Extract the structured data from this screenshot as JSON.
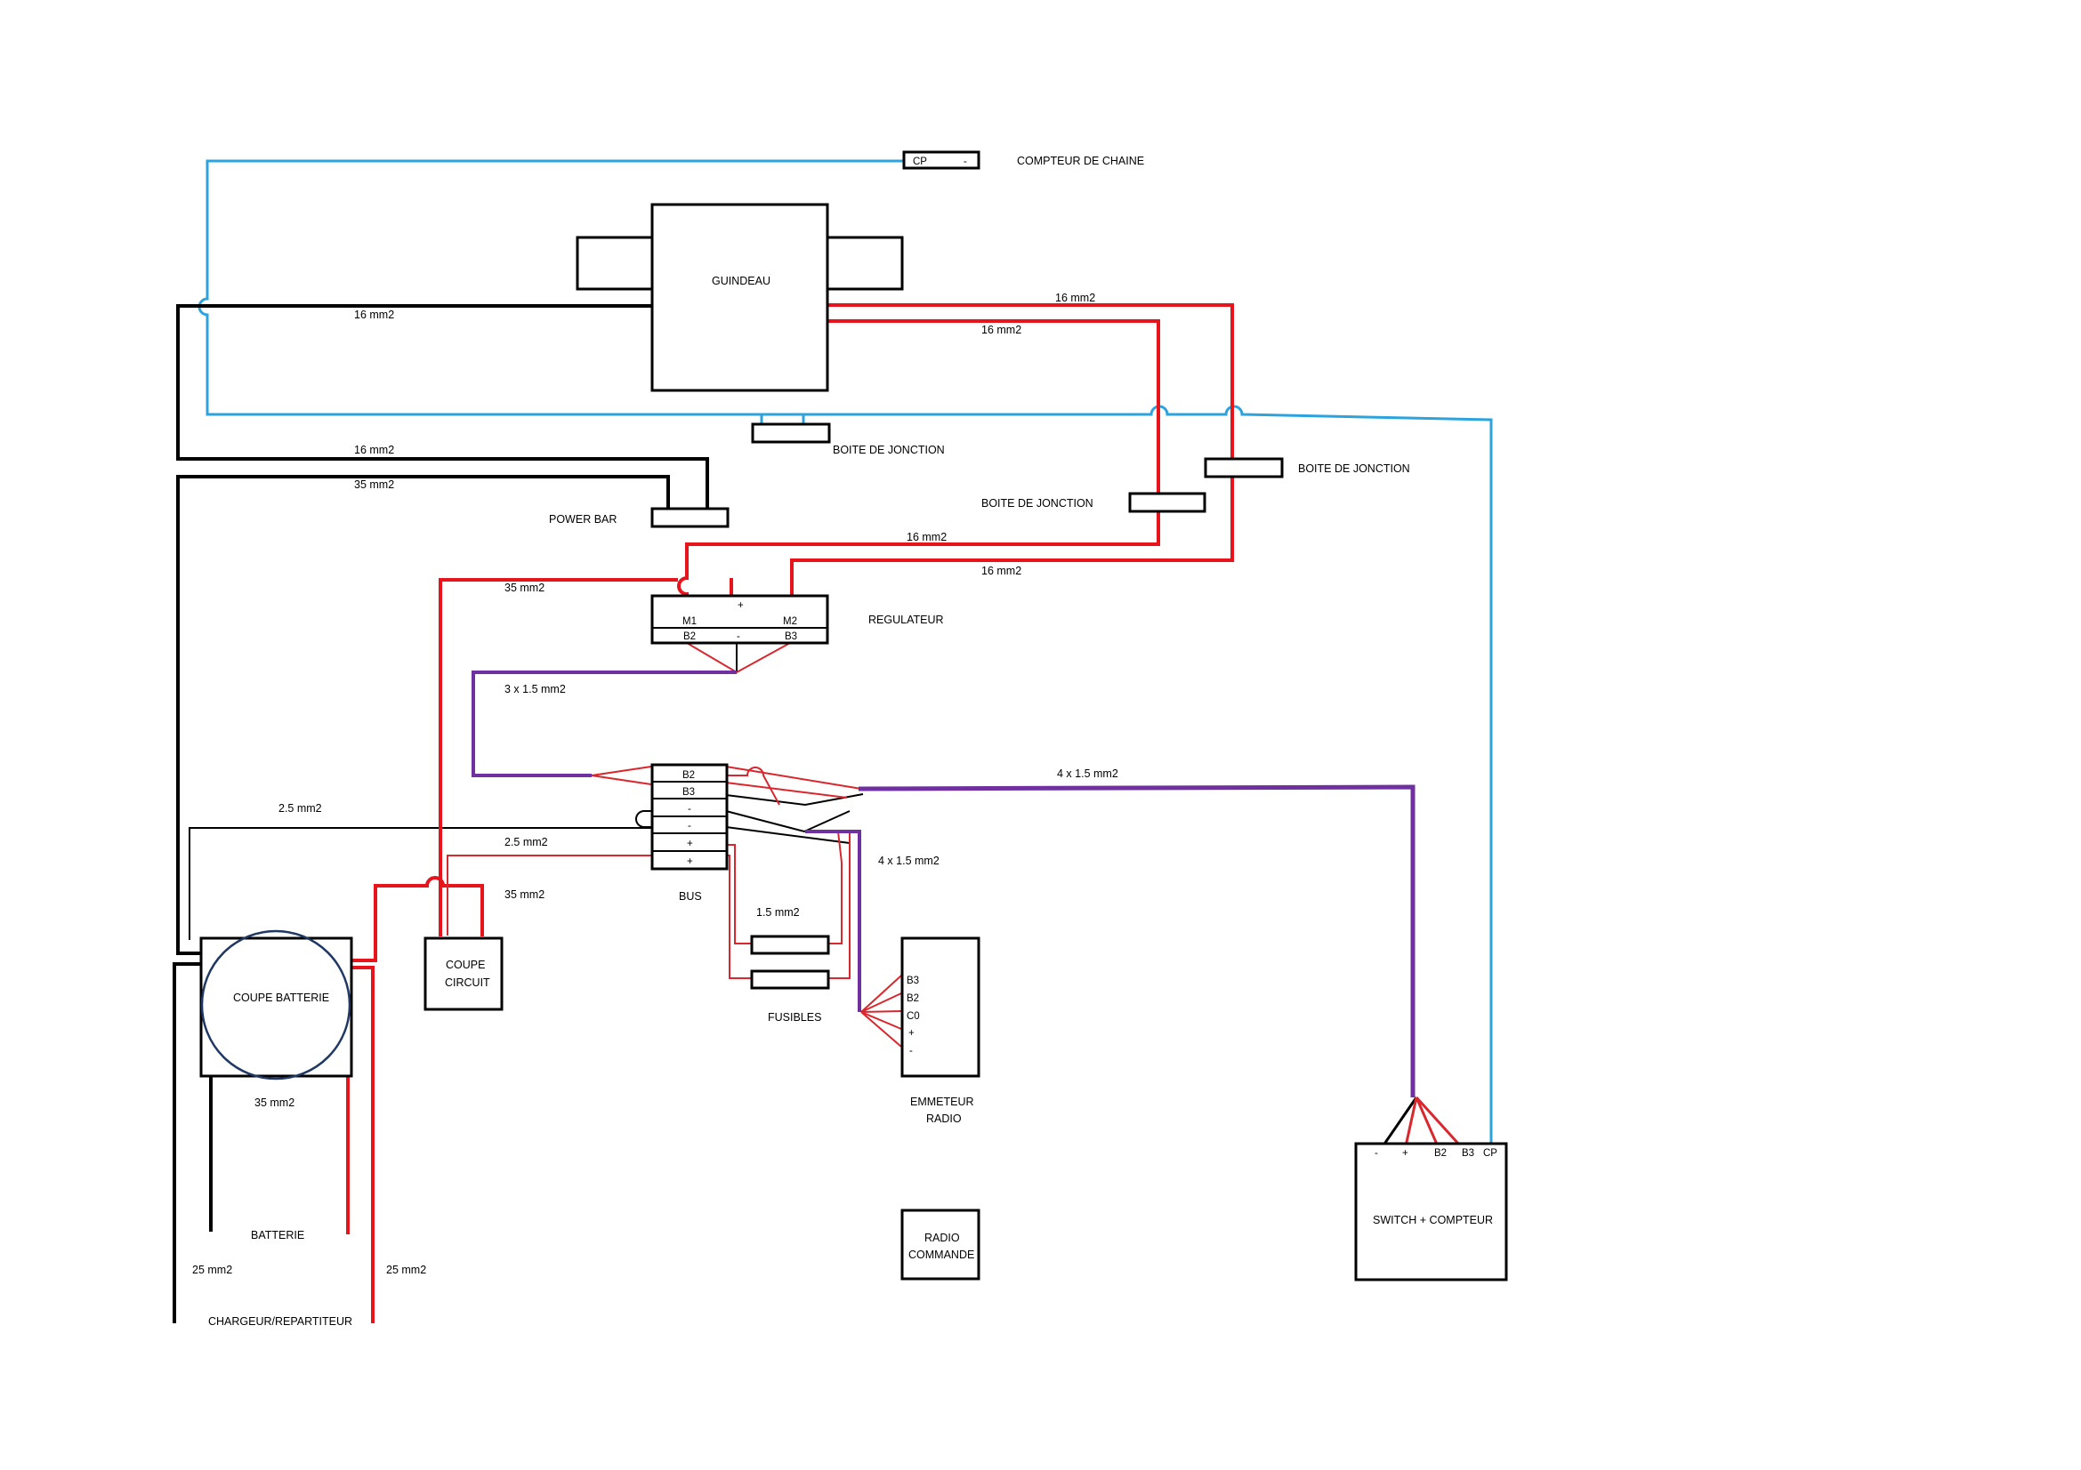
{
  "components": {
    "compteur_chaine": {
      "label": "COMPTEUR DE CHAINE",
      "pin_cp": "CP",
      "pin_minus": "-"
    },
    "guindeau": {
      "label": "GUINDEAU"
    },
    "boite_jonction_1": {
      "label": "BOITE DE JONCTION"
    },
    "boite_jonction_2": {
      "label": "BOITE DE JONCTION"
    },
    "boite_jonction_3": {
      "label": "BOITE DE JONCTION"
    },
    "power_bar": {
      "label": "POWER BAR"
    },
    "regulateur": {
      "label": "REGULATEUR",
      "pins_top": [
        "M1",
        "+",
        "M2"
      ],
      "pins_bottom": [
        "B2",
        "-",
        "B3"
      ]
    },
    "bus": {
      "label": "BUS",
      "rows": [
        "B2",
        "B3",
        "-",
        "-",
        "+",
        "+"
      ]
    },
    "coupe_batterie": {
      "label": "COUPE BATTERIE"
    },
    "coupe_circuit": {
      "label_line1": "COUPE",
      "label_line2": "CIRCUIT"
    },
    "fusibles": {
      "label": "FUSIBLES"
    },
    "emmeteur_radio": {
      "label_line1": "EMMETEUR",
      "label_line2": "RADIO",
      "pins": [
        "B3",
        "B2",
        "C0",
        "+",
        "-"
      ]
    },
    "radio_commande": {
      "label_line1": "RADIO",
      "label_line2": "COMMANDE"
    },
    "switch_compteur": {
      "label": "SWITCH + COMPTEUR",
      "pins": [
        "-",
        "+",
        "B2",
        "B3",
        "CP"
      ]
    },
    "batterie": {
      "label": "BATTERIE"
    },
    "chargeur": {
      "label": "CHARGEUR/REPARTITEUR"
    }
  },
  "wire_labels": {
    "w16_guindeau_black": "16 mm2",
    "w16_red_top": "16 mm2",
    "w16_red_second": "16 mm2",
    "w16_black_powerbar": "16 mm2",
    "w35_black_powerbar": "35 mm2",
    "w16_red_reg_1": "16 mm2",
    "w16_red_reg_2": "16 mm2",
    "w35_red_reg": "35 mm2",
    "w3x15": "3 x 1.5 mm2",
    "w4x15_top": "4 x 1.5 mm2",
    "w4x15_mid": "4 x 1.5 mm2",
    "w25_black": "2.5 mm2",
    "w25_red": "2.5 mm2",
    "w35_coupe_circuit": "35 mm2",
    "w15_fusibles": "1.5 mm2",
    "w35_batterie": "35 mm2",
    "w25_neg": "25 mm2",
    "w25_pos": "25 mm2"
  },
  "colors": {
    "positive": "#e8141b",
    "negative": "#000000",
    "signal": "#2ca3dd",
    "control_bundle": "#7030a0",
    "thin_red": "#d9272d",
    "circle": "#1f3864"
  }
}
